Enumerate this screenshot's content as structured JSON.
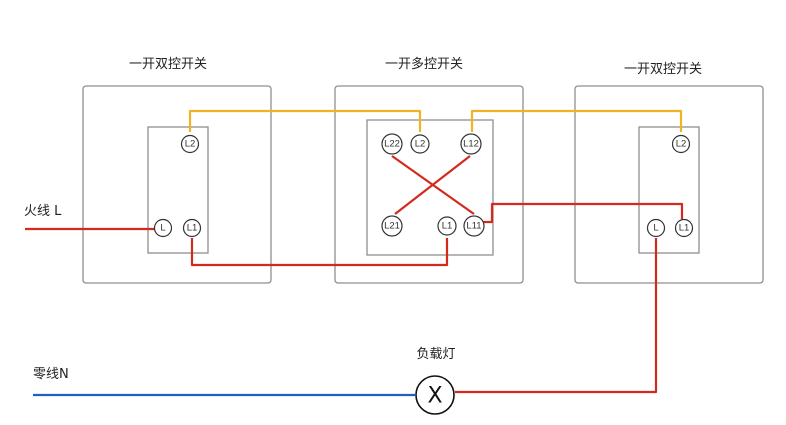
{
  "switches": {
    "left": {
      "title": "一开双控开关",
      "terminals": {
        "L2": "L2",
        "L": "L",
        "L1": "L1"
      }
    },
    "middle": {
      "title": "一开多控开关",
      "terminals": {
        "L22": "L22",
        "L2": "L2",
        "L12": "L12",
        "L21": "L21",
        "L1": "L1",
        "L11": "L11"
      }
    },
    "right": {
      "title": "一开双控开关",
      "terminals": {
        "L2": "L2",
        "L": "L",
        "L1": "L1"
      }
    }
  },
  "labels": {
    "live": "火线 L",
    "neutral": "零线N",
    "load": "负载灯",
    "lamp_symbol": "X"
  },
  "colors": {
    "live_wire": "#d42a1e",
    "neutral_wire": "#1f5fc9",
    "traveler_wire": "#f0b323",
    "plate_border": "#8f8f8f",
    "terminal_border": "#333333"
  }
}
